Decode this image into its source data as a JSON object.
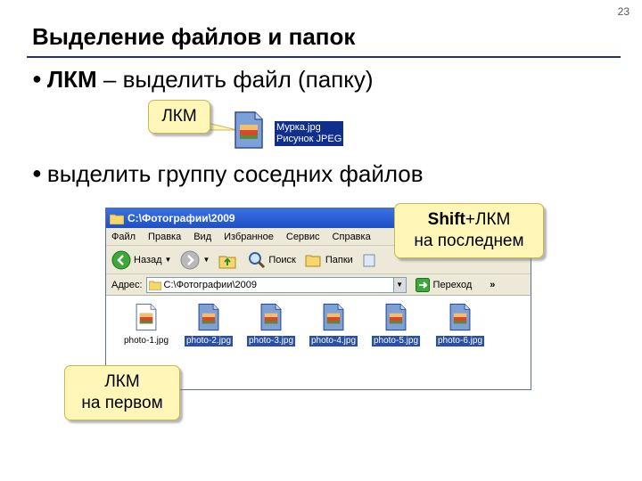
{
  "slide": {
    "number": "23",
    "title": "Выделение файлов и папок",
    "bullet1": {
      "prefix": "ЛКМ",
      "rest": " – выделить файл (папку)"
    },
    "bullet2": "выделить группу соседних файлов"
  },
  "callouts": {
    "lkm_top": "ЛКМ",
    "last_line1_bold": "Shift",
    "last_line1_rest": "+ЛКМ",
    "last_line2": "на последнем",
    "first_line1": "ЛКМ",
    "first_line2": "на первом"
  },
  "top_file": {
    "name": "Мурка.jpg",
    "type": "Рисунок JPEG"
  },
  "explorer": {
    "title": "C:\\Фотографии\\2009",
    "menu": [
      "Файл",
      "Правка",
      "Вид",
      "Избранное",
      "Сервис",
      "Справка"
    ],
    "toolbar": {
      "back": "Назад",
      "search": "Поиск",
      "folders": "Папки"
    },
    "address_label": "Адрес:",
    "address_value": "C:\\Фотографии\\2009",
    "go": "Переход",
    "links_chevron": "»",
    "files": [
      {
        "name": "photo-1.jpg",
        "selected": false
      },
      {
        "name": "photo-2.jpg",
        "selected": true
      },
      {
        "name": "photo-3.jpg",
        "selected": true
      },
      {
        "name": "photo-4.jpg",
        "selected": true
      },
      {
        "name": "photo-5.jpg",
        "selected": true
      },
      {
        "name": "photo-6.jpg",
        "selected": true
      }
    ]
  },
  "colors": {
    "selection": "#2a4faa",
    "callout": "#fff6b8",
    "titlebar": "#2a5fd6"
  }
}
